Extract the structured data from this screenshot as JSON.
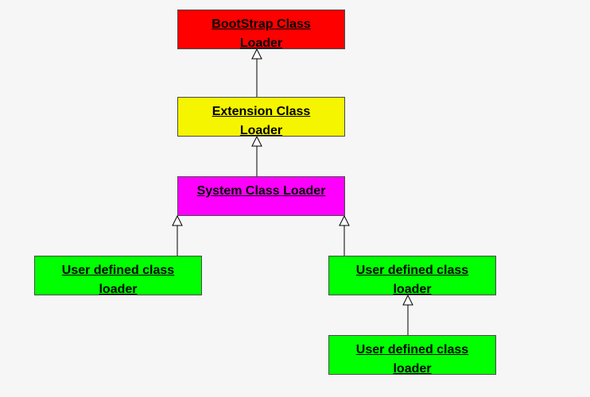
{
  "colors": {
    "background": "#f6f6f6",
    "bootstrap": "#ff0000",
    "extension": "#f5f500",
    "system": "#ff00ff",
    "user_defined": "#00ff00",
    "edge": "#000000"
  },
  "nodes": {
    "bootstrap": {
      "label": "BootStrap Class\nLoader"
    },
    "extension": {
      "label": "Extension Class\nLoader"
    },
    "system": {
      "label": "System Class Loader"
    },
    "user_left": {
      "label": "User defined class\nloader"
    },
    "user_right": {
      "label": "User defined class\nloader"
    },
    "user_bottom": {
      "label": "User defined class\nloader"
    }
  },
  "edges": [
    {
      "from": "extension",
      "to": "bootstrap",
      "arrow": "hollow-triangle"
    },
    {
      "from": "system",
      "to": "extension",
      "arrow": "hollow-triangle"
    },
    {
      "from": "user_left",
      "to": "system",
      "arrow": "hollow-triangle"
    },
    {
      "from": "user_right",
      "to": "system",
      "arrow": "hollow-triangle"
    },
    {
      "from": "user_bottom",
      "to": "user_right",
      "arrow": "hollow-triangle"
    }
  ]
}
